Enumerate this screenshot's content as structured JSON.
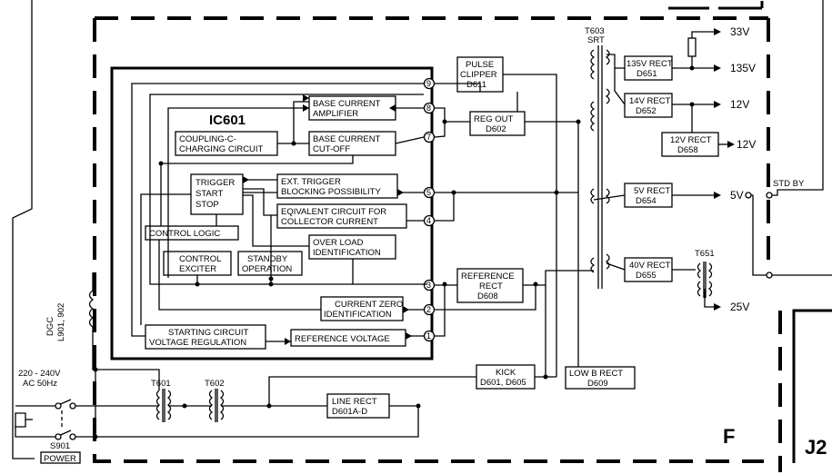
{
  "ic": {
    "name": "IC601"
  },
  "blocks": {
    "base_amp": [
      "BASE CURRENT",
      "AMPLIFIER"
    ],
    "base_cut": [
      "BASE CURRENT",
      "CUT-OFF"
    ],
    "coupling": [
      "COUPLING-C-",
      "CHARGING CIRCUIT"
    ],
    "trigger": [
      "TRIGGER",
      "START",
      "STOP"
    ],
    "ext_trigger": [
      "EXT. TRIGGER",
      "BLOCKING POSSIBILITY"
    ],
    "eqiv": [
      "EQIVALENT CIRCUIT FOR",
      "COLLECTOR CURRENT"
    ],
    "control_logic": "CONTROL LOGIC",
    "overload": [
      "OVER LOAD",
      "IDENTIFICATION"
    ],
    "control_exciter": [
      "CONTROL",
      "EXCITER"
    ],
    "standby": [
      "STANDBY",
      "OPERATION"
    ],
    "current_zero": [
      "CURRENT ZERO",
      "IDENTIFICATION"
    ],
    "starting": [
      "STARTING CIRCUIT",
      "VOLTAGE REGULATION"
    ],
    "ref_voltage": "REFERENCE VOLTAGE",
    "pulse_clipper": [
      "PULSE",
      "CLIPPER",
      "D611"
    ],
    "reg_out": [
      "REG OUT",
      "D602"
    ],
    "ref_rect": [
      "REFERENCE",
      "RECT",
      "D608"
    ],
    "kick": [
      "KICK",
      "D601, D605"
    ],
    "low_b": [
      "LOW B RECT",
      "D609"
    ],
    "line_rect": [
      "LINE RECT",
      "D601A-D"
    ],
    "r135": [
      "135V RECT",
      "D651"
    ],
    "r14": [
      "14V RECT",
      "D652"
    ],
    "r12": [
      "12V RECT",
      "D658"
    ],
    "r5": [
      "5V RECT",
      "D654"
    ],
    "r40": [
      "40V RECT",
      "D655"
    ]
  },
  "pins": [
    "9",
    "8",
    "7",
    "5",
    "4",
    "3",
    "2",
    "1"
  ],
  "outputs": {
    "v33": "33V",
    "v135": "135V",
    "v12a": "12V",
    "v12b": "12V",
    "v5": "5V",
    "v25": "25V",
    "stdby": "STD BY"
  },
  "transformers": {
    "t603": [
      "T603",
      "SRT"
    ],
    "t651": "T651",
    "t601": "T601",
    "t602": "T602"
  },
  "input": {
    "dgc": [
      "DGC",
      "L901, 902"
    ],
    "ac": [
      "220 - 240V",
      "AC  50Hz"
    ],
    "switch": "S901",
    "power": "POWER"
  },
  "section": {
    "letter": "F",
    "right": "J2"
  }
}
